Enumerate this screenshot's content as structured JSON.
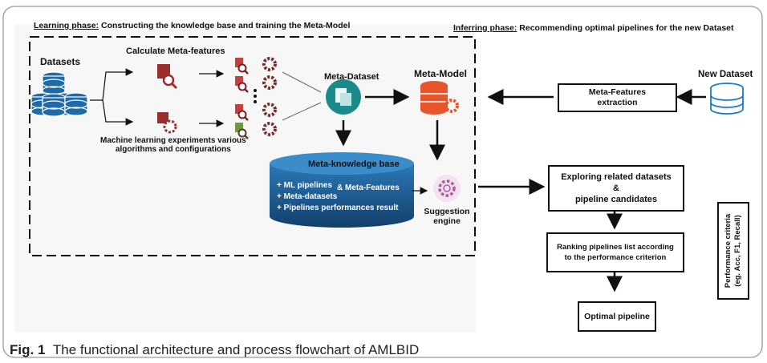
{
  "learning_header": {
    "prefix": "Learning phase:",
    "text": " Constructing the knowledge base and training the Meta-Model"
  },
  "inferring_header": {
    "prefix": "Inferring phase:",
    "text": " Recommending optimal pipelines for the new Dataset"
  },
  "datasets_label": "Datasets",
  "calc_meta_label": "Calculate Meta-features",
  "ml_experiments_label": {
    "line1": "Machine learning experiments  various",
    "line2": "algorithms and configurations"
  },
  "meta_dataset_label": "Meta-Dataset",
  "meta_model_label": "Meta-Model",
  "new_dataset_label": "New Dataset",
  "meta_features_extraction": {
    "line1": "Meta-Features",
    "line2": "extraction"
  },
  "knowledge_base": {
    "title": "Meta-knowledge base",
    "item1": "+ ML pipelines",
    "item1b": "& Meta-Features",
    "item2": "+ Meta-datasets",
    "item3": "+ Pipelines performances result"
  },
  "suggestion_engine": {
    "line1": "Suggestion",
    "line2": "engine"
  },
  "exploring_box": {
    "line1": "Exploring related datasets",
    "line2": "&",
    "line3": "pipeline candidates"
  },
  "ranking_box": {
    "line1": "Ranking pipelines list according",
    "line2": "to the performance criterion"
  },
  "optimal_box": "Optimal pipeline",
  "performance_box": {
    "line1": "Performance criteria",
    "line2": "(eg. Acc, F1, Recall)"
  },
  "caption": {
    "label": "Fig. 1",
    "text": "The functional architecture and process flowchart of AMLBID"
  },
  "colors": {
    "db_blue": "#1f6aa8",
    "kb_blue": "#1d5c96",
    "meta_model_orange": "#e8552a",
    "icon_red": "#9b2f2f",
    "suggest_pink": "#b05aa0"
  }
}
